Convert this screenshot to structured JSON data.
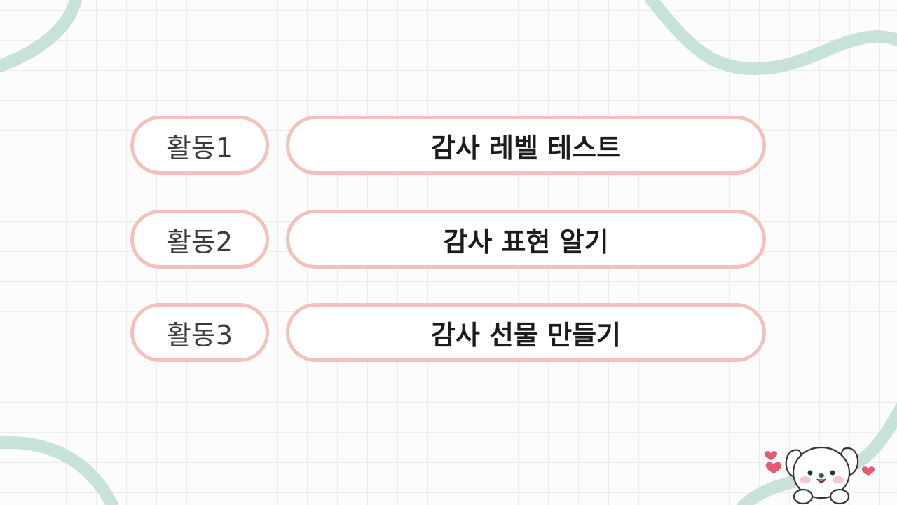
{
  "activities": [
    {
      "label": "활동1",
      "title": "감사 레벨 테스트"
    },
    {
      "label": "활동2",
      "title": "감사 표현 알기"
    },
    {
      "label": "활동3",
      "title": "감사 선물 만들기"
    }
  ],
  "colors": {
    "pill_border": "#f6c0ba",
    "wave": "#c7e2d6",
    "heart": "#e8586e",
    "grid": "#ececec"
  },
  "icons": {
    "mascot": "puppy-mascot-icon",
    "hearts": "heart-icon"
  }
}
